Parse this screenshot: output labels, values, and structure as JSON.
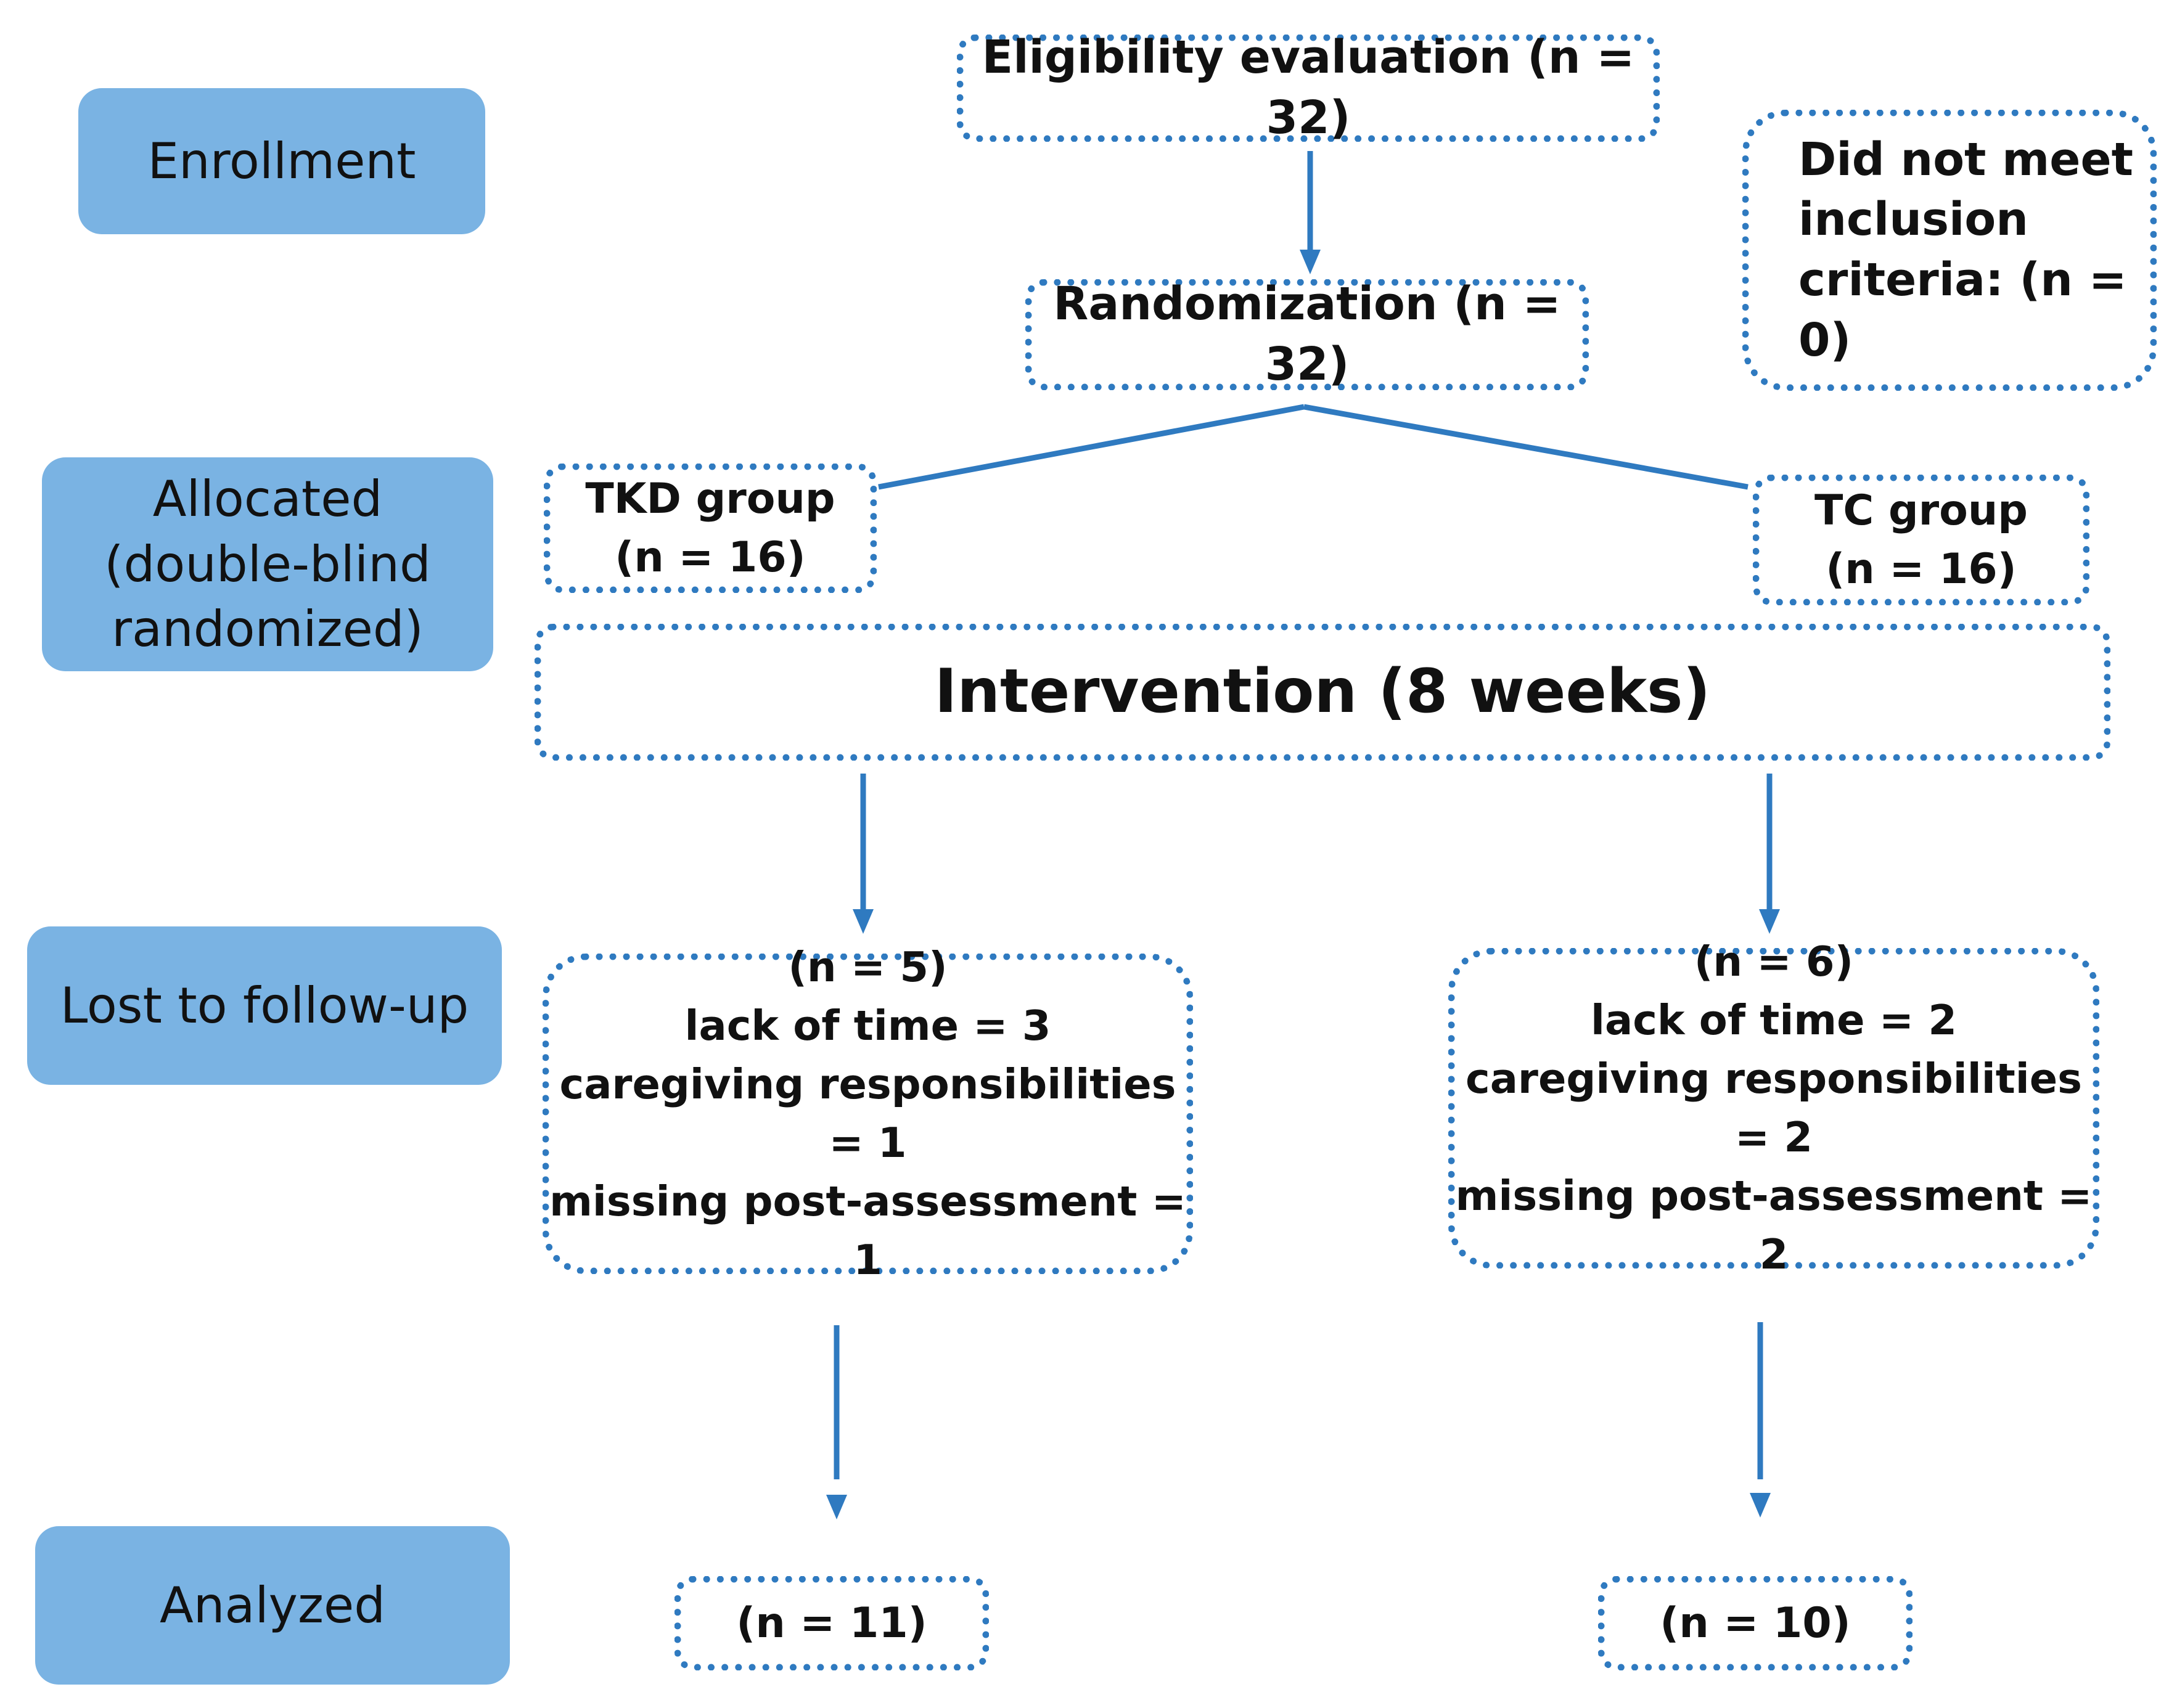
{
  "stages": {
    "enrollment": "Enrollment",
    "allocated": [
      "Allocated",
      "(double-blind",
      "randomized)"
    ],
    "lost": "Lost to follow-up",
    "analyzed": "Analyzed"
  },
  "boxes": {
    "eligibility": "Eligibility evaluation (n = 32)",
    "excluded": [
      "Did not meet",
      "inclusion",
      "criteria: (n = 0)"
    ],
    "randomization": "Randomization (n = 32)",
    "tkd_group": [
      "TKD group",
      "(n = 16)"
    ],
    "tc_group": [
      "TC group",
      "(n = 16)"
    ],
    "intervention": "Intervention (8 weeks)",
    "lost_tkd": [
      "(n = 5)",
      "lack of time = 3",
      "caregiving responsibilities = 1",
      "missing post-assessment = 1"
    ],
    "lost_tc": [
      "(n = 6)",
      "lack of time = 2",
      "caregiving responsibilities = 2",
      "missing post-assessment = 2"
    ],
    "analyzed_tkd": "(n = 11)",
    "analyzed_tc": "(n = 10)"
  },
  "colors": {
    "stage_fill": "#7ab3e3",
    "dotted_border": "#2f7ac0",
    "arrow": "#2f7ac0",
    "text": "#111111"
  }
}
